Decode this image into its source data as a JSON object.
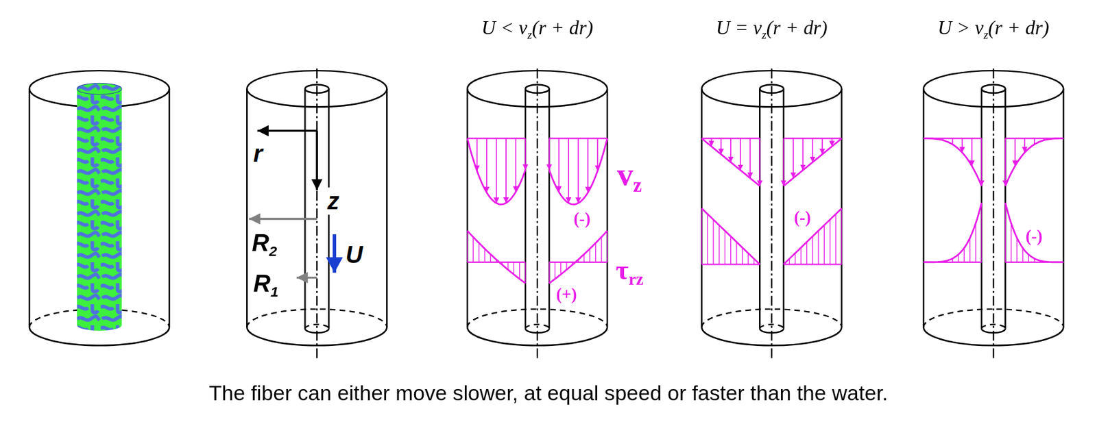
{
  "diagram": {
    "caption": "The fiber can either move slower, at equal speed or faster than the water.",
    "labels": [
      "U < v",
      "z",
      "(r + dr)",
      "U = v",
      "z",
      "(r + dr)",
      "U > v",
      "z",
      "(r + dr)",
      "r",
      "z",
      "R",
      "2",
      "U",
      "R",
      "1",
      "v",
      "z",
      "τ",
      "rz",
      "(-)",
      "(+)",
      "(-)",
      "(-)"
    ]
  }
}
